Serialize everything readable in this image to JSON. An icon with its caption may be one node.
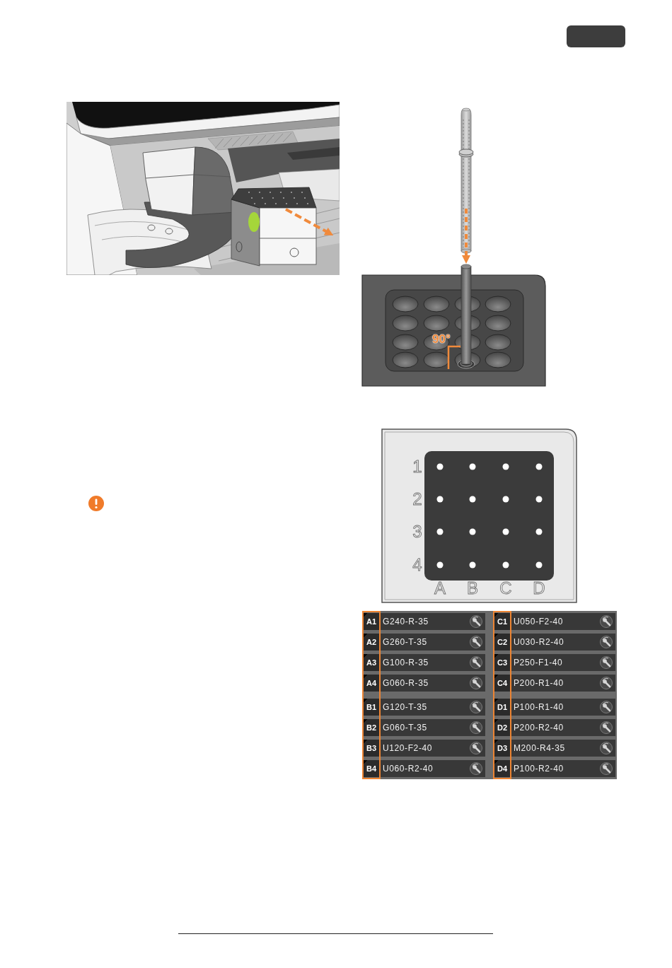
{
  "diagram": {
    "nodes": [
      {
        "text": [],
        "shape": "box"
      }
    ],
    "labels": [
      "90°",
      "1",
      "2",
      "3",
      "4",
      "A",
      "B",
      "C",
      "D",
      "A1",
      "G240-R-35",
      "C1",
      "U050-F2-40",
      "A2",
      "G260-T-35",
      "C2",
      "U030-R2-40",
      "A3",
      "G100-R-35",
      "C3",
      "P250-F1-40",
      "A4",
      "G060-R-35",
      "C4",
      "P200-R1-40",
      "B1",
      "G120-T-35",
      "D1",
      "P100-R1-40",
      "B2",
      "G060-T-35",
      "D2",
      "P200-R2-40",
      "B3",
      "U120-F2-40",
      "D3",
      "M200-R4-35",
      "B4",
      "U060-R2-40",
      "D4",
      "P100-R2-40"
    ]
  }
}
